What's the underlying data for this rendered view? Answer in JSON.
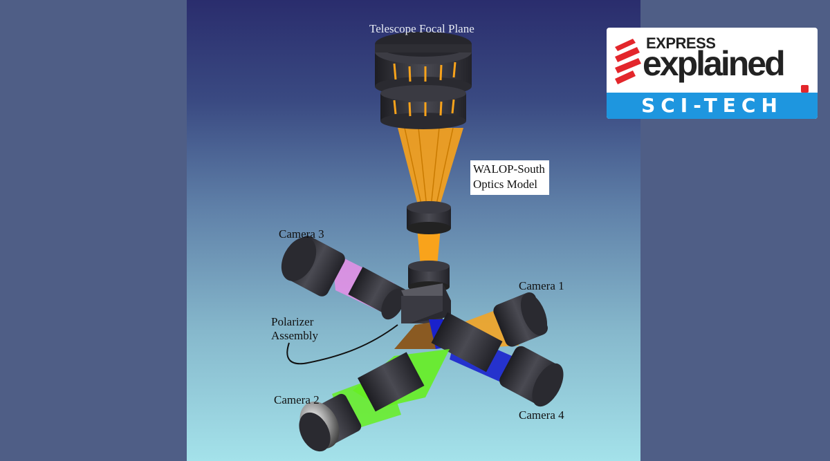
{
  "figure": {
    "labels": {
      "focal_plane": "Telescope Focal Plane",
      "model_line1": "WALOP-South",
      "model_line2": "Optics Model",
      "camera3": "Camera 3",
      "camera1": "Camera 1",
      "camera2": "Camera 2",
      "camera4": "Camera 4",
      "polarizer_line1": "Polarizer",
      "polarizer_line2": "Assembly"
    },
    "beam_colors": {
      "main": "#f9a31b",
      "camera3": "#e98fe8",
      "camera1": "#f9a31b",
      "camera2": "#66ee22",
      "camera4": "#1a22cc"
    }
  },
  "logo": {
    "brand_top": "EXPRESS",
    "brand_main": "explained",
    "tag": "SCI-TECH",
    "brand_color": "#e3262b",
    "band_color": "#1e96df"
  }
}
